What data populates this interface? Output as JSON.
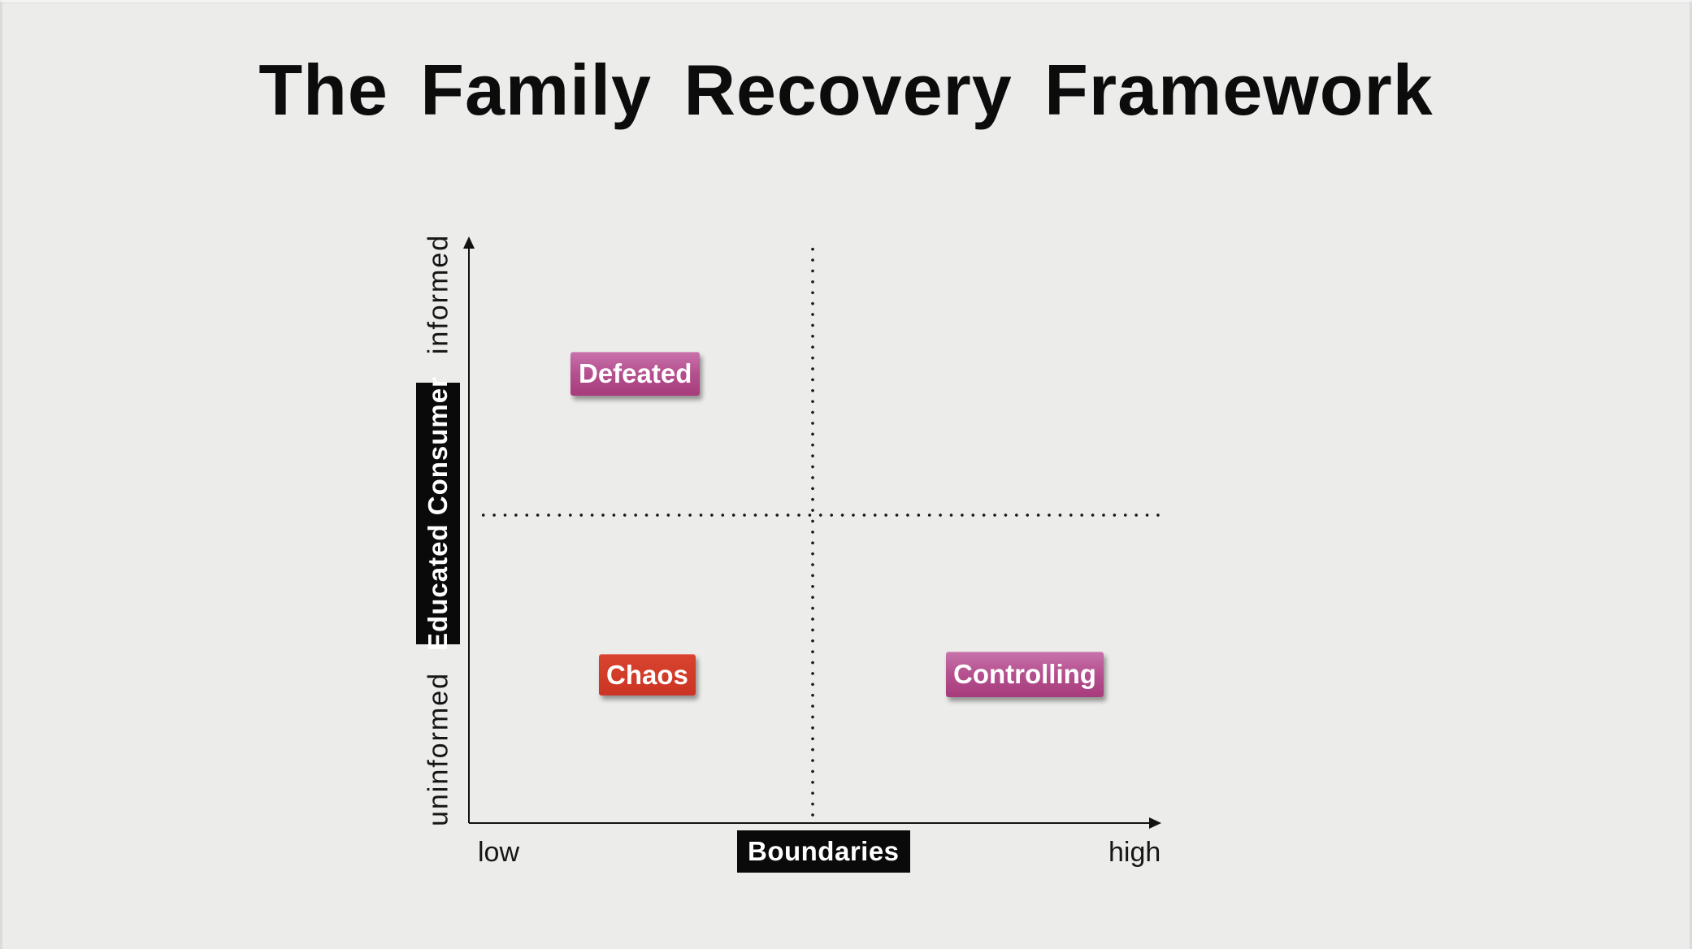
{
  "slide": {
    "title": "The Family Recovery Framework",
    "background_color": "#ececeb"
  },
  "matrix": {
    "x_axis": {
      "label": "Boundaries",
      "min_label": "low",
      "max_label": "high"
    },
    "y_axis": {
      "label": "Educated Consumer",
      "max_label": "informed",
      "min_label": "uninformed"
    },
    "quadrants": [
      {
        "position": "top-left",
        "label": "Defeated",
        "color": "#b5518f"
      },
      {
        "position": "bottom-left",
        "label": "Chaos",
        "color": "#d13b2a"
      },
      {
        "position": "bottom-right",
        "label": "Controlling",
        "color": "#b5518f"
      }
    ]
  },
  "colors": {
    "axis": "#121212",
    "axis_title_background": "#0a0a0a",
    "axis_title_text": "#ffffff",
    "badge_text": "#ffffff",
    "badge_pink": "#b5518f",
    "badge_red": "#d13b2a",
    "dotted_line": "#1a1a1a"
  }
}
